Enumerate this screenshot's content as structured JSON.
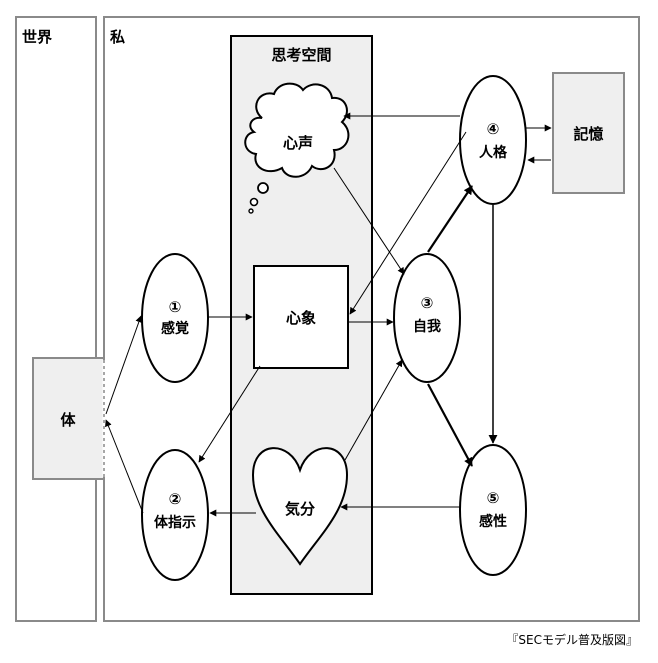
{
  "regions": {
    "world": "世界",
    "self": "私",
    "thought_space": "思考空間"
  },
  "nodes": {
    "body": "体",
    "sensation": {
      "num": "①",
      "label": "感覚"
    },
    "body_instruction": {
      "num": "②",
      "label": "体指示"
    },
    "ego": {
      "num": "③",
      "label": "自我"
    },
    "personality": {
      "num": "④",
      "label": "人格"
    },
    "sensibility": {
      "num": "⑤",
      "label": "感性"
    },
    "inner_voice": "心声",
    "mental_image": "心象",
    "mood": "気分",
    "memory": "記憶"
  },
  "source": "『SECモデル普及版図』",
  "colors": {
    "panel_gray": "#efefef",
    "stroke": "#000000",
    "frame_gray": "#8a8a8a"
  }
}
